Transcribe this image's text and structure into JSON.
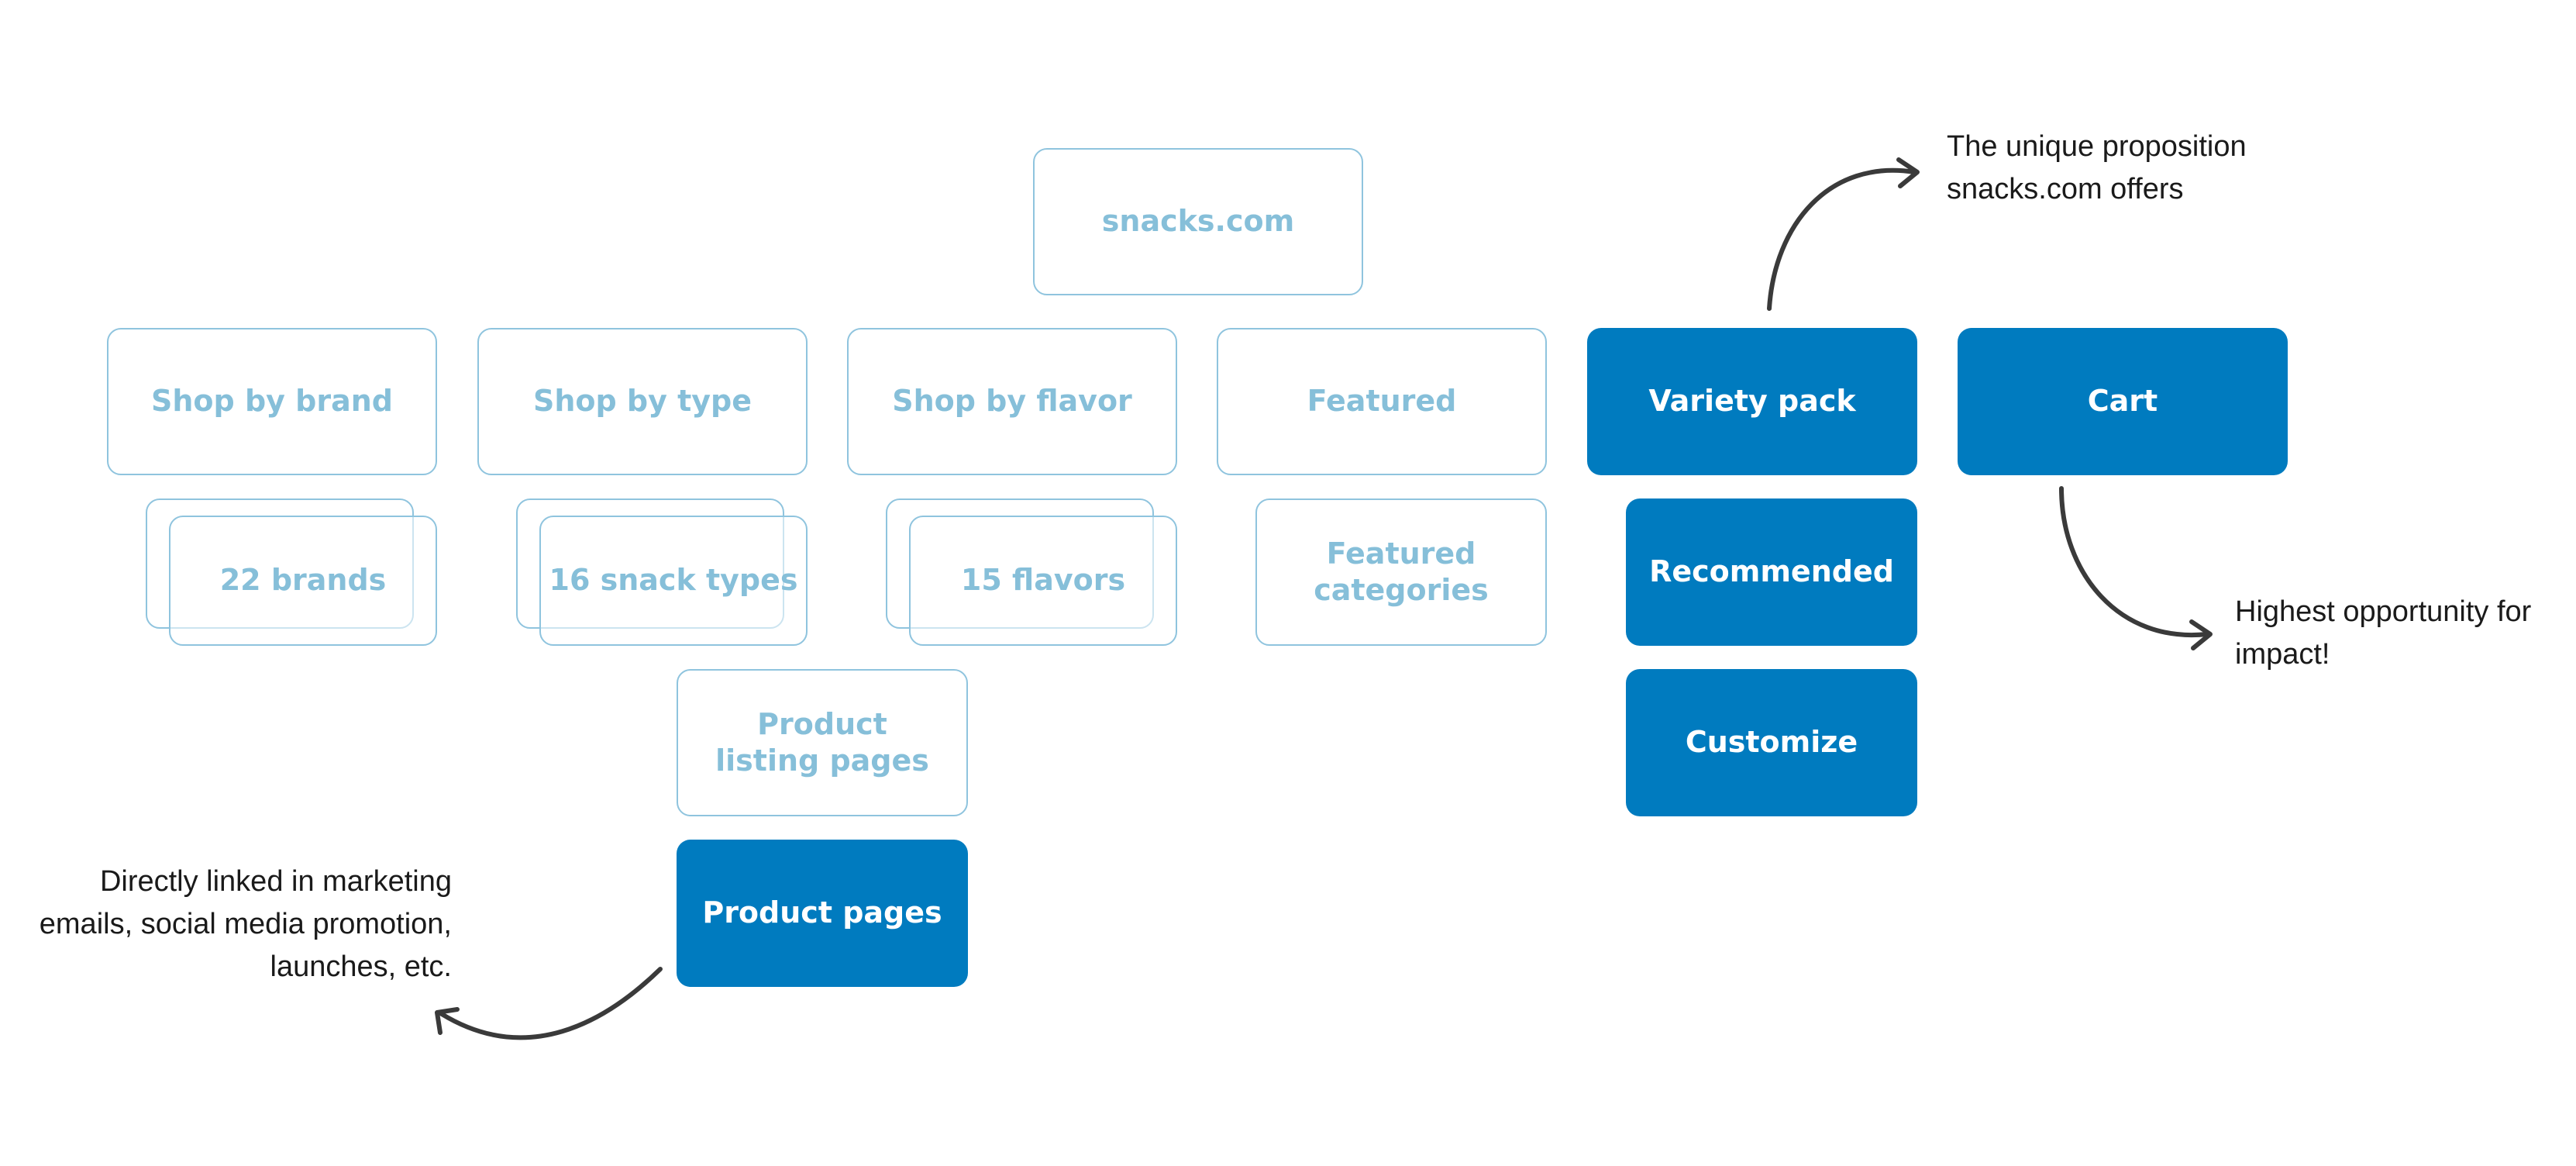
{
  "nodes": {
    "root": "snacks.com",
    "shop_by_brand": "Shop by brand",
    "shop_by_type": "Shop by type",
    "shop_by_flavor": "Shop by flavor",
    "featured": "Featured",
    "variety_pack": "Variety pack",
    "cart": "Cart",
    "brands": "22 brands",
    "snack_types": "16 snack types",
    "flavors": "15 flavors",
    "featured_categories": "Featured categories",
    "recommended": "Recommended",
    "customize": "Customize",
    "product_listing_pages": "Product listing pages",
    "product_pages": "Product pages"
  },
  "annotations": {
    "unique_line1": "The unique proposition",
    "unique_line2": "snacks.com offers",
    "opportunity_line1": "Highest opportunity for",
    "opportunity_line2": "impact!",
    "linked_line1": "Directly linked in marketing",
    "linked_line2": "emails, social media promotion,",
    "linked_line3": "launches, etc."
  },
  "colors": {
    "outline_border": "#8fc4de",
    "outline_text": "#86bfd9",
    "filled_bg": "#007bbf",
    "filled_text": "#ffffff",
    "arrow": "#3a3a3a",
    "note_text": "#1a1a1a"
  }
}
